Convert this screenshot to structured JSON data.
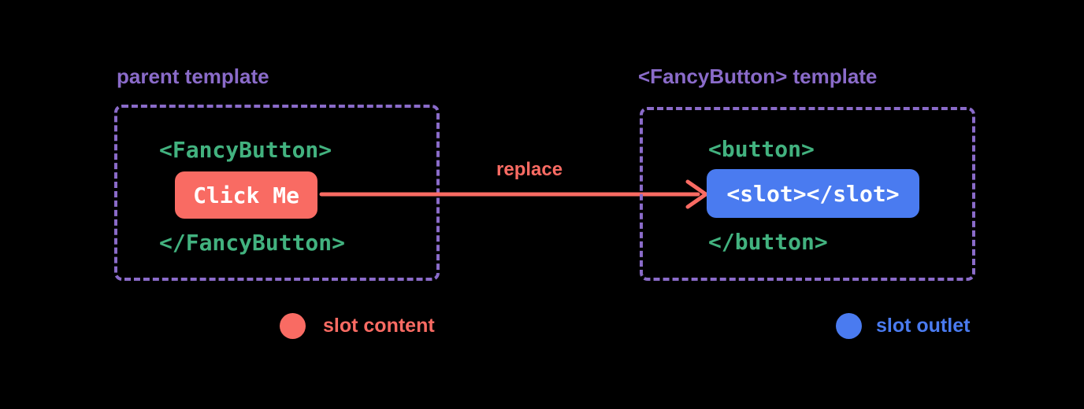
{
  "colors": {
    "background": "#000000",
    "purple": "#8a6bc9",
    "green": "#42b27f",
    "red": "#f96b63",
    "blue": "#4a7bf0",
    "white": "#ffffff"
  },
  "left_panel": {
    "title": "parent template",
    "open_tag": "<FancyButton>",
    "button_label": "Click Me",
    "close_tag": "</FancyButton>"
  },
  "arrow": {
    "label": "replace"
  },
  "right_panel": {
    "title": "<FancyButton> template",
    "open_tag": "<button>",
    "slot_code": "<slot></slot>",
    "close_tag": "</button>"
  },
  "legend": {
    "slot_content": "slot content",
    "slot_outlet": "slot outlet"
  }
}
